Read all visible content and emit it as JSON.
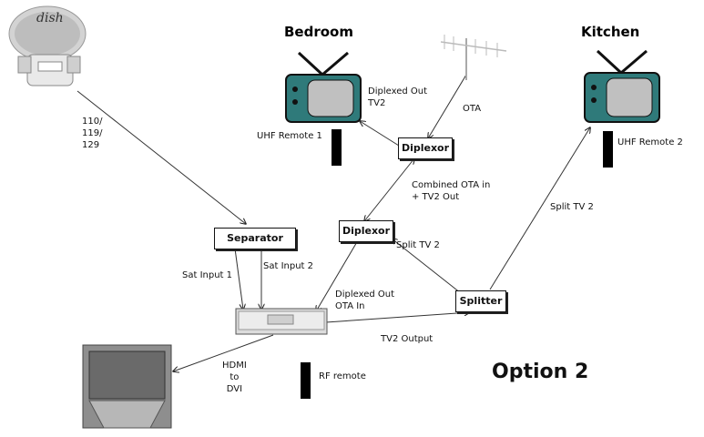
{
  "title": "Option 2",
  "rooms": {
    "bedroom": "Bedroom",
    "kitchen": "Kitchen"
  },
  "nodes": {
    "separator": "Separator",
    "diplexor_top": "Diplexor",
    "diplexor_mid": "Diplexor",
    "splitter": "Splitter"
  },
  "dish_brand": "dish",
  "labels": {
    "sat_feed": "110/\n119/\n129",
    "diplexed_out_tv2": "Diplexed Out\nTV2",
    "ota": "OTA",
    "combined": "Combined OTA in\n+ TV2 Out",
    "split_tv2_kitchen": "Split TV 2",
    "split_tv2_mid": "Split TV 2",
    "sat_input1": "Sat Input 1",
    "sat_input2": "Sat Input 2",
    "diplexed_out_ota_in": "Diplexed Out\nOTA In",
    "tv2_output": "TV2 Output",
    "hdmi_dvi": "HDMI\nto\nDVI",
    "uhf_remote1": "UHF Remote 1",
    "uhf_remote2": "UHF Remote 2",
    "rf_remote": "RF remote"
  }
}
